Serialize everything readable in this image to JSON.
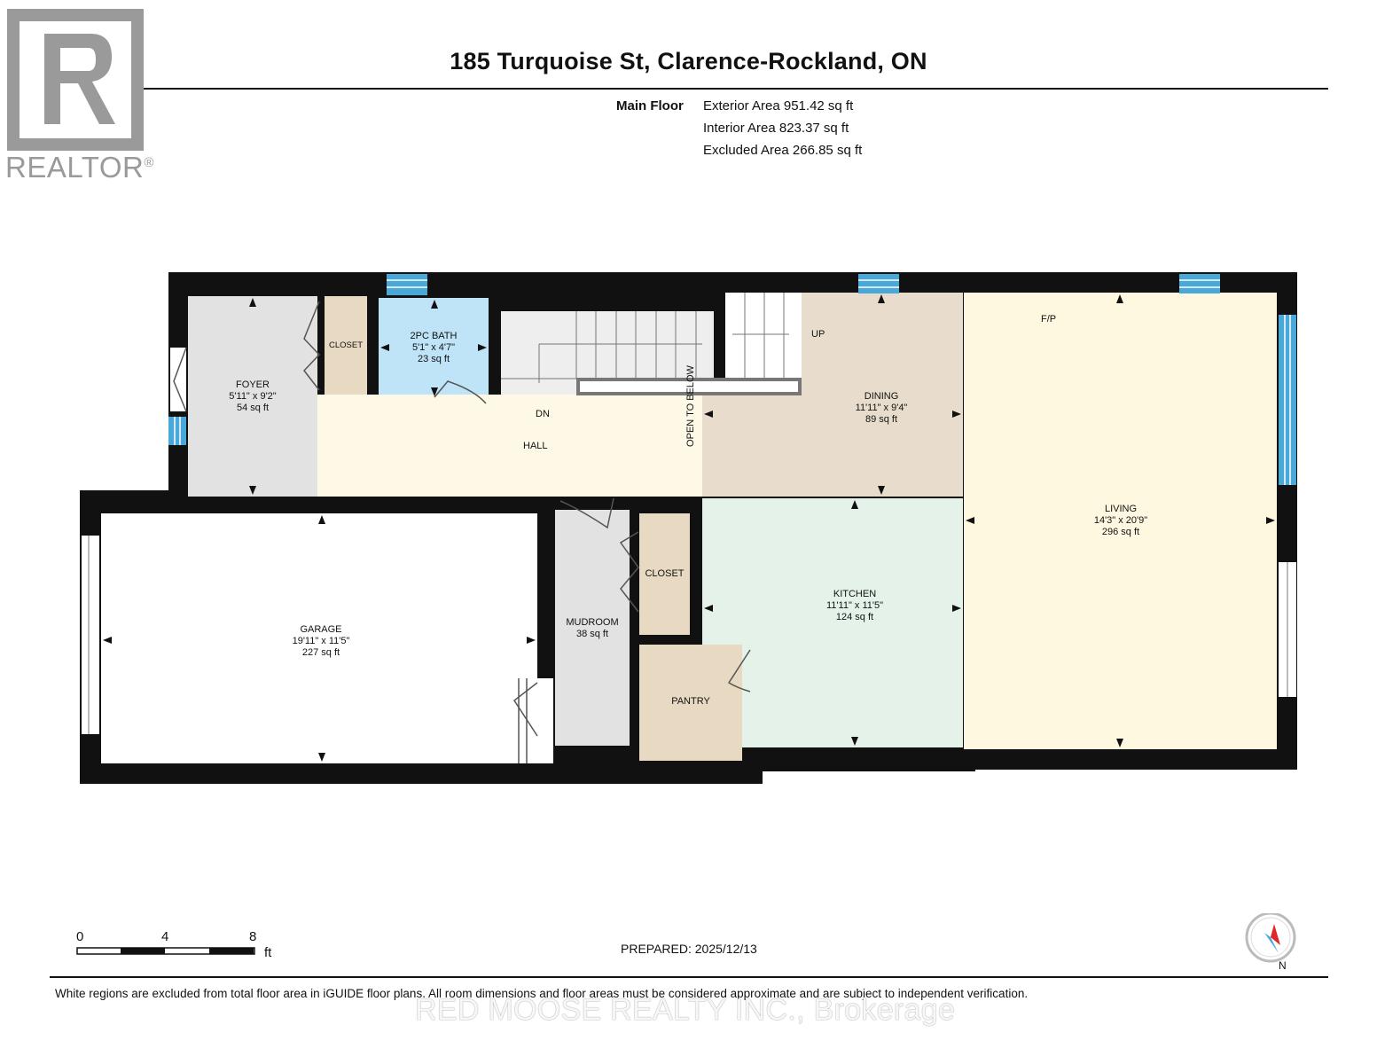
{
  "header": {
    "title": "185 Turquoise St, Clarence-Rockland, ON",
    "floor_label": "Main Floor",
    "areas": [
      "Exterior Area 951.42 sq ft",
      "Interior Area 823.37 sq ft",
      "Excluded Area 266.85 sq ft"
    ]
  },
  "logo": {
    "text": "REALTOR",
    "mark": "®",
    "letter": "R"
  },
  "rooms": {
    "foyer": {
      "name": "FOYER",
      "dims": "5'11\" x 9'2\"",
      "area": "54 sq ft"
    },
    "closet_top": {
      "name": "CLOSET"
    },
    "bath": {
      "name": "2PC BATH",
      "dims": "5'1\" x 4'7\"",
      "area": "23 sq ft"
    },
    "hall": {
      "name": "HALL"
    },
    "dn": "DN",
    "up": "UP",
    "open_to_below": "OPEN TO BELOW",
    "dining": {
      "name": "DINING",
      "dims": "11'11\" x 9'4\"",
      "area": "89 sq ft"
    },
    "living": {
      "name": "LIVING",
      "dims": "14'3\" x 20'9\"",
      "area": "296 sq ft"
    },
    "fp": "F/P",
    "garage": {
      "name": "GARAGE",
      "dims": "19'11\" x 11'5\"",
      "area": "227 sq ft"
    },
    "mudroom": {
      "name": "MUDROOM",
      "area": "38 sq ft"
    },
    "closet_mud": {
      "name": "CLOSET"
    },
    "kitchen": {
      "name": "KITCHEN",
      "dims": "11'11\" x 11'5\"",
      "area": "124 sq ft"
    },
    "pantry": {
      "name": "PANTRY"
    }
  },
  "scale": {
    "labels": [
      "0",
      "4",
      "8"
    ],
    "unit": "ft"
  },
  "compass": {
    "label": "N"
  },
  "prepared": "PREPARED: 2025/12/13",
  "footnote": "White regions are excluded from total floor area in iGUIDE floor plans. All room dimensions and floor areas must be considered approximate and are subject to independent verification.",
  "brokerage": "RED MOOSE REALTY INC., Brokerage",
  "colors": {
    "wall": "#111111",
    "foyer": "#e2e2e2",
    "bath": "#bfe3f7",
    "hall": "#fef8e6",
    "dining": "#e8ddcc",
    "living": "#fef8e0",
    "kitchen": "#e4f2ea",
    "closet": "#e8d9c2",
    "mudroom": "#e2e2e2",
    "pantry": "#e8d9c2",
    "window": "#4aa8d8",
    "logo": "#9a9a9a",
    "compass_needle": "#e0262a"
  }
}
